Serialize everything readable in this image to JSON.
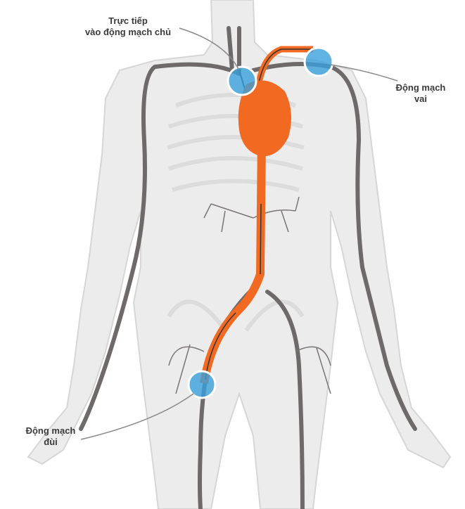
{
  "labels": {
    "aorta_line1": "Trực tiếp",
    "aorta_line2": "vào động mạch chủ",
    "shoulder_line1": "Động mạch",
    "shoulder_line2": "vai",
    "femoral_line1": "Động mạch",
    "femoral_line2": "đùi"
  },
  "colors": {
    "body": "#e9e9e9",
    "vessel": "#6e6a6a",
    "aorta": "#f26a21",
    "access_site": "#3aa0dc"
  }
}
